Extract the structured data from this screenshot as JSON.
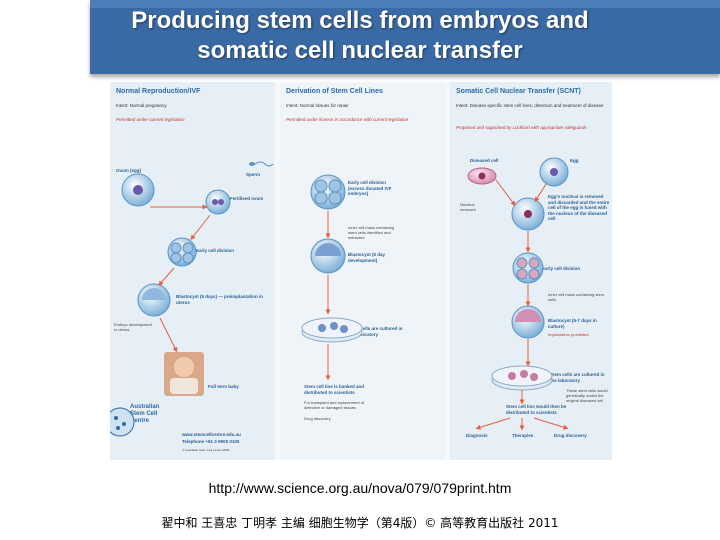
{
  "slide": {
    "title": "Producing stem cells from embryos and\nsomatic cell nuclear transfer",
    "url": "http://www.science.org.au/nova/079/079print.htm",
    "citation": "翟中和 王喜忠 丁明孝 主编 细胞生物学（第4版）© 高等教育出版社 2011"
  },
  "figure": {
    "columns": [
      {
        "heading": "Normal Reproduction/IVF",
        "intent": "Intent: Normal pregnancy",
        "subtitle": "Permitted under current legislation",
        "labels": [
          "Ovum (egg)",
          "Sperm",
          "Fertilised ovum",
          "Early cell division",
          "Blastocyst (5 days) — preimplantation in uterus",
          "Full term baby"
        ],
        "notes": [
          "Embryo development in uterus"
        ]
      },
      {
        "heading": "Derivation of Stem Cell Lines",
        "intent": "Intent: Normal tissues for repair",
        "subtitle": "Permitted under licence in accordance with current legislation",
        "labels": [
          "Early cell division (excess donated IVF embryos)",
          "Blastocyst (5 day development)",
          "Stem cells are cultured in the laboratory",
          "Stem cell line is banked and distributed to scientists"
        ],
        "notes": [
          "Inner cell mass containing stem cells identified and extracted",
          "For transplant and replacement of defective or damaged tissues",
          "Drug discovery"
        ]
      },
      {
        "heading": "Somatic Cell Nuclear Transfer (SCNT)",
        "intent": "Intent: Disease specific stem cell lines; detection and treatment of disease",
        "subtitle": "Proposed and supported by Lockhart with appropriate safeguards",
        "labels": [
          "Diseased cell",
          "Egg",
          "Egg's nucleus is removed and discarded and the entire cell of the egg is fused with the nucleus of the diseased cell",
          "Early cell division",
          "Blastocyst (5-7 days in culture)",
          "Stem cells are cultured in the laboratory",
          "Stem cell line would then be distributed to scientists",
          "Diagnosis",
          "Therapies",
          "Drug discovery"
        ],
        "notes": [
          "Nucleus removed",
          "Inner cell mass containing stem cells",
          "Implantation prohibited",
          "These stem cells would genetically match the original diseased cell"
        ]
      }
    ],
    "logo_text": "Australian Stem Cell Centre",
    "contact": [
      "www.stemcellcentre.edu.au",
      "Telephone +61 3 9905 0100"
    ],
    "credit": "© Australian Stem Cell Centre 2006"
  },
  "colors": {
    "title_bar": "#3a6aa5",
    "heading_blue": "#2d6aa9",
    "legislation_red": "#c2342d",
    "cell_pink": "#e2a8c2",
    "cell_blue": "#7cb0d8"
  }
}
